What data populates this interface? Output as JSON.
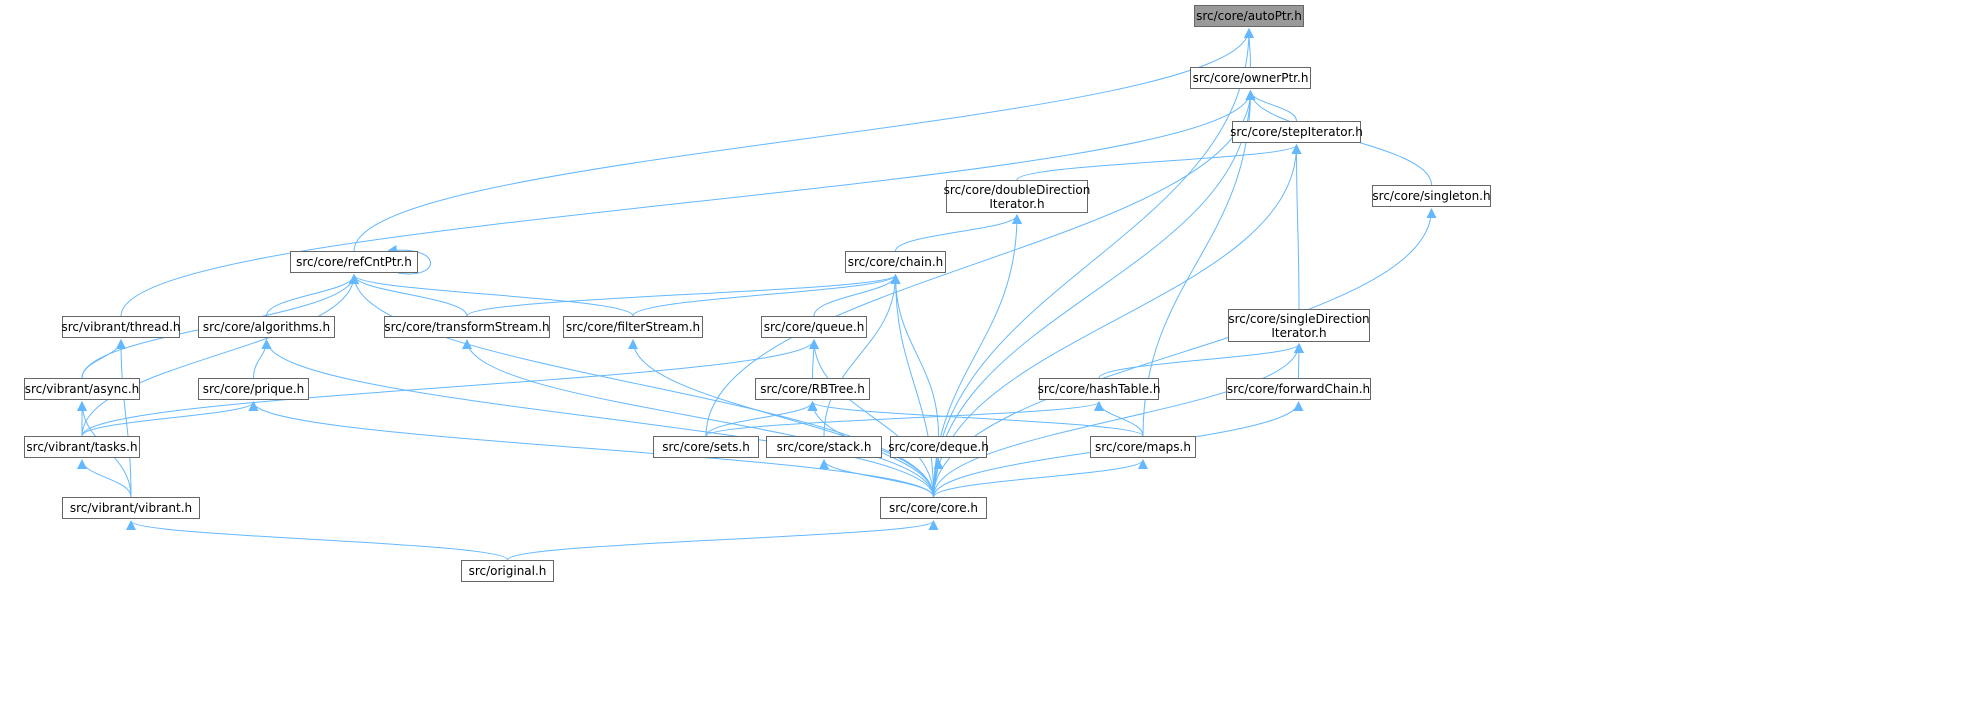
{
  "graph": {
    "edge_color": "#63b8ff",
    "root": "autoPtr",
    "nodes": {
      "autoPtr": "src/core/autoPtr.h",
      "ownerPtr": "src/core/ownerPtr.h",
      "stepIterator": "src/core/stepIterator.h",
      "singleton": "src/core/singleton.h",
      "doubleDirectionIterator": "src/core/doubleDirection\nIterator.h",
      "refCntPtr": "src/core/refCntPtr.h",
      "chain": "src/core/chain.h",
      "thread": "src/vibrant/thread.h",
      "algorithms": "src/core/algorithms.h",
      "transformStream": "src/core/transformStream.h",
      "filterStream": "src/core/filterStream.h",
      "queue": "src/core/queue.h",
      "singleDirectionIterator": "src/core/singleDirection\nIterator.h",
      "async": "src/vibrant/async.h",
      "prique": "src/core/prique.h",
      "RBTree": "src/core/RBTree.h",
      "hashTable": "src/core/hashTable.h",
      "forwardChain": "src/core/forwardChain.h",
      "tasks": "src/vibrant/tasks.h",
      "sets": "src/core/sets.h",
      "stack": "src/core/stack.h",
      "deque": "src/core/deque.h",
      "maps": "src/core/maps.h",
      "vibrant": "src/vibrant/vibrant.h",
      "core": "src/core/core.h",
      "original": "src/original.h"
    },
    "edges": [
      [
        "ownerPtr",
        "autoPtr"
      ],
      [
        "refCntPtr",
        "autoPtr"
      ],
      [
        "core",
        "autoPtr"
      ],
      [
        "stepIterator",
        "ownerPtr"
      ],
      [
        "singleton",
        "ownerPtr"
      ],
      [
        "thread",
        "ownerPtr"
      ],
      [
        "sets",
        "ownerPtr"
      ],
      [
        "maps",
        "ownerPtr"
      ],
      [
        "core",
        "ownerPtr"
      ],
      [
        "doubleDirectionIterator",
        "stepIterator"
      ],
      [
        "singleDirectionIterator",
        "stepIterator"
      ],
      [
        "core",
        "stepIterator"
      ],
      [
        "core",
        "singleton"
      ],
      [
        "chain",
        "doubleDirectionIterator"
      ],
      [
        "core",
        "doubleDirectionIterator"
      ],
      [
        "refCntPtr",
        "refCntPtr"
      ],
      [
        "algorithms",
        "refCntPtr"
      ],
      [
        "transformStream",
        "refCntPtr"
      ],
      [
        "filterStream",
        "refCntPtr"
      ],
      [
        "async",
        "refCntPtr"
      ],
      [
        "tasks",
        "refCntPtr"
      ],
      [
        "core",
        "refCntPtr"
      ],
      [
        "transformStream",
        "chain"
      ],
      [
        "filterStream",
        "chain"
      ],
      [
        "queue",
        "chain"
      ],
      [
        "stack",
        "chain"
      ],
      [
        "deque",
        "chain"
      ],
      [
        "core",
        "chain"
      ],
      [
        "async",
        "thread"
      ],
      [
        "vibrant",
        "thread"
      ],
      [
        "prique",
        "algorithms"
      ],
      [
        "core",
        "algorithms"
      ],
      [
        "core",
        "transformStream"
      ],
      [
        "core",
        "filterStream"
      ],
      [
        "tasks",
        "queue"
      ],
      [
        "core",
        "queue"
      ],
      [
        "RBTree",
        "queue"
      ],
      [
        "hashTable",
        "singleDirectionIterator"
      ],
      [
        "forwardChain",
        "singleDirectionIterator"
      ],
      [
        "core",
        "singleDirectionIterator"
      ],
      [
        "tasks",
        "async"
      ],
      [
        "vibrant",
        "async"
      ],
      [
        "tasks",
        "prique"
      ],
      [
        "core",
        "prique"
      ],
      [
        "sets",
        "RBTree"
      ],
      [
        "maps",
        "RBTree"
      ],
      [
        "core",
        "RBTree"
      ],
      [
        "sets",
        "hashTable"
      ],
      [
        "maps",
        "hashTable"
      ],
      [
        "core",
        "forwardChain"
      ],
      [
        "vibrant",
        "tasks"
      ],
      [
        "core",
        "stack"
      ],
      [
        "core",
        "deque"
      ],
      [
        "core",
        "maps"
      ],
      [
        "original",
        "vibrant"
      ],
      [
        "original",
        "core"
      ]
    ]
  }
}
